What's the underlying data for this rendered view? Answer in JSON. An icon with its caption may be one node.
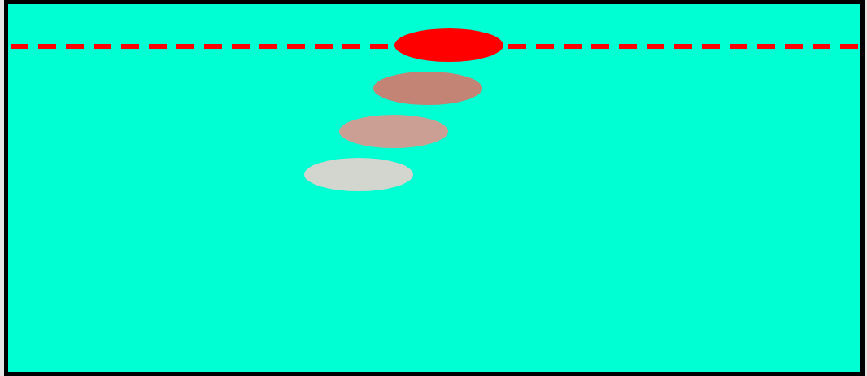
{
  "diagram": {
    "nodes": [
      {
        "text": [],
        "shape": "box"
      },
      {
        "text": [],
        "shape": "ellipse",
        "in": 0
      },
      {
        "text": [],
        "shape": "ellipse",
        "in": 0
      },
      {
        "text": [],
        "shape": "ellipse",
        "in": 0
      },
      {
        "text": [],
        "shape": "ellipse",
        "in": 0
      }
    ]
  }
}
